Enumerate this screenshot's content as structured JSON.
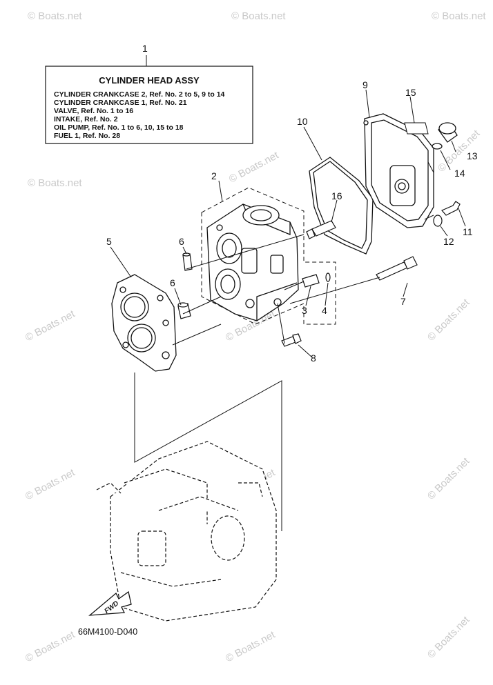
{
  "watermark": "© Boats.net",
  "assembly_box": {
    "number": "1",
    "title": "CYLINDER HEAD ASSY",
    "lines": [
      "CYLINDER CRANKCASE 2,  Ref. No. 2 to 5, 9 to 14",
      "CYLINDER CRANKCASE 1,  Ref. No. 21",
      "VALVE,  Ref. No. 1 to 16",
      "INTAKE,  Ref. No. 2",
      "OIL PUMP,   Ref. No. 1 to 6, 10, 15 to 18",
      "FUEL 1, Ref. No. 28"
    ]
  },
  "callouts": {
    "n2": "2",
    "n3": "3",
    "n4": "4",
    "n5": "5",
    "n6a": "6",
    "n6b": "6",
    "n7": "7",
    "n8": "8",
    "n9": "9",
    "n10": "10",
    "n11": "11",
    "n12": "12",
    "n13": "13",
    "n14": "14",
    "n15": "15",
    "n16": "16"
  },
  "fwd_label": "FWD",
  "diagram_code": "66M4100-D040"
}
